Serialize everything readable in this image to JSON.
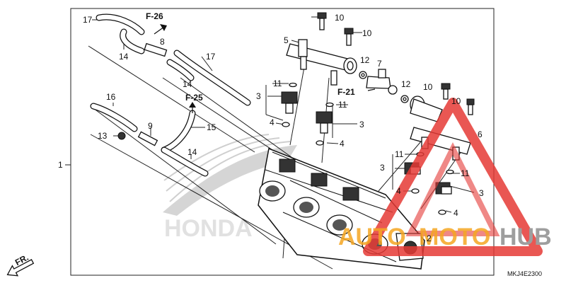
{
  "diagram": {
    "callouts": {
      "c1": "1",
      "c2": "2",
      "c3a": "3",
      "c3b": "3",
      "c3c": "3",
      "c3d": "3",
      "c4a": "4",
      "c4b": "4",
      "c4c": "4",
      "c4d": "4",
      "c5": "5",
      "c6": "6",
      "c7": "7",
      "c8": "8",
      "c9": "9",
      "c10a": "10",
      "c10b": "10",
      "c10c": "10",
      "c10d": "10",
      "c11a": "11",
      "c11b": "11",
      "c11c": "11",
      "c11d": "11",
      "c12a": "12",
      "c12b": "12",
      "c13": "13",
      "c14a": "14",
      "c14b": "14",
      "c14c": "14",
      "c15": "15",
      "c16": "16",
      "c17a": "17",
      "c17b": "17"
    },
    "refs": {
      "f26": "F-26",
      "f25": "F-25",
      "f21": "F-21"
    },
    "direction_label": "FR.",
    "diagram_code": "MKJ4E2300"
  },
  "watermark": {
    "brand_text": "HONDA",
    "logo_word_1": "AUTO",
    "logo_word_2": "MOTO",
    "logo_word_3": "HUB",
    "colors": {
      "red": "#e53935",
      "orange": "#f5a623",
      "gray": "#9e9e9e"
    }
  }
}
